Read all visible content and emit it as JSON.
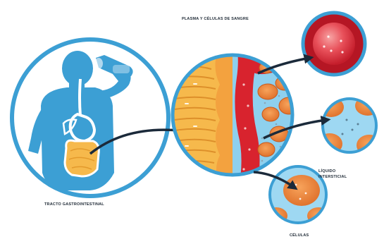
{
  "labels": {
    "plasma": "PLASMA Y CÉLULAS DE SANGRE",
    "tracto": "TRACTO GASTROINTESTINAL",
    "liquido_line1": "LÍQUIDO",
    "liquido_line2": "INTERSTICIAL",
    "celulas": "CÉLULAS"
  },
  "icons": [
    "person-drinking-icon",
    "digestive-tract-icon",
    "arrow-icon"
  ],
  "colors": {
    "blue": "#3c9fd4",
    "blood_red": "#d8232e",
    "cell_orange": "#f08a3c",
    "tissue_yellow": "#f6b94c",
    "arrow": "#1b2a3a"
  }
}
